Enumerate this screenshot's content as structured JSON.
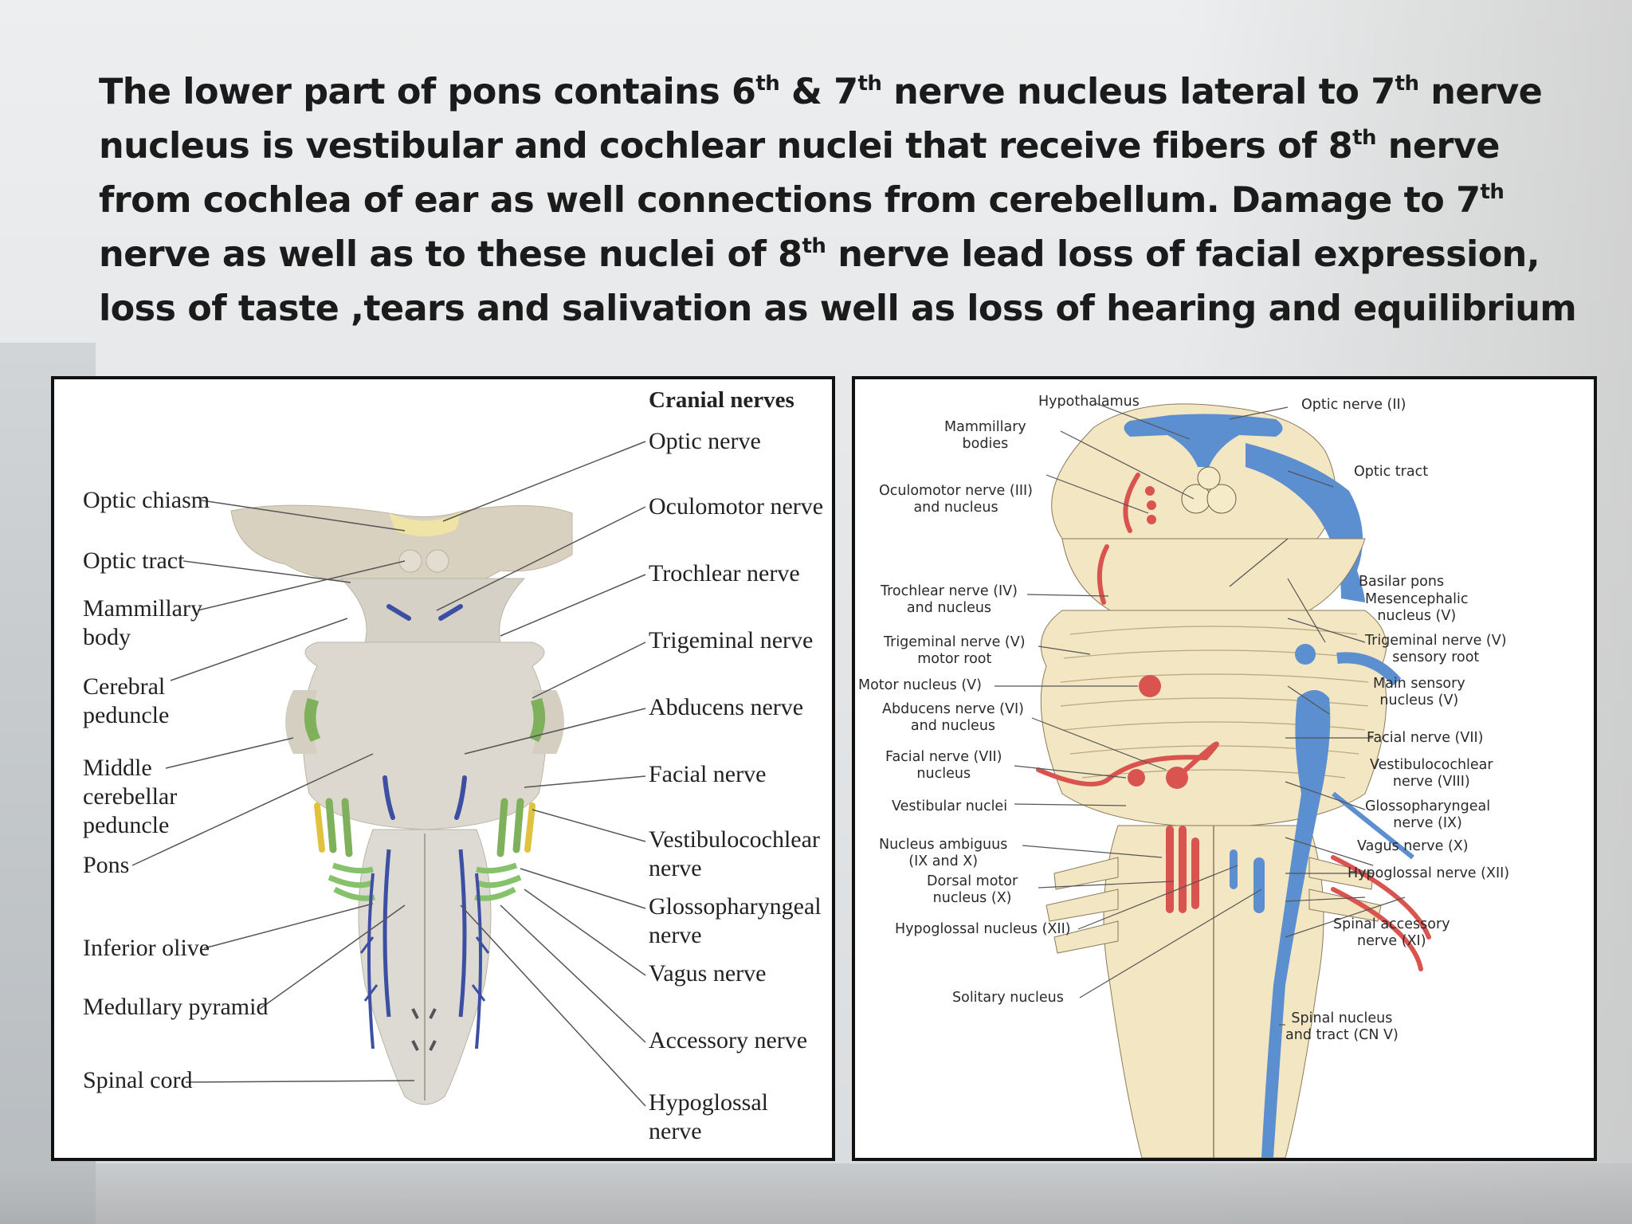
{
  "slide": {
    "lines": [
      [
        "The lower part of pons contains  6",
        "th",
        " & 7",
        "th",
        " nerve nucleus lateral to 7",
        "th",
        " nerve"
      ],
      [
        "nucleus is  vestibular and cochlear nuclei that receive fibers of 8",
        "th",
        " nerve"
      ],
      [
        "from cochlea of ear as well connections from cerebellum. Damage to 7",
        "th"
      ],
      [
        "nerve  as well as to these  nuclei  of 8",
        "th",
        " nerve  lead loss of facial expression,"
      ],
      [
        "loss of taste ,tears and salivation as well as loss of hearing and equilibrium"
      ]
    ]
  },
  "figure_left": {
    "heading": "Cranial nerves",
    "left_labels": [
      [
        "Optic chiasm"
      ],
      [
        "Optic tract"
      ],
      [
        "Mammillary",
        "body"
      ],
      [
        "Cerebral",
        "peduncle"
      ],
      [
        "Middle",
        "cerebellar",
        "peduncle"
      ],
      [
        "Pons"
      ],
      [
        "Inferior olive"
      ],
      [
        "Medullary pyramid"
      ],
      [
        "Spinal cord"
      ]
    ],
    "right_labels": [
      [
        "Optic nerve"
      ],
      [
        "Oculomotor nerve"
      ],
      [
        "Trochlear nerve"
      ],
      [
        "Trigeminal nerve"
      ],
      [
        "Abducens nerve"
      ],
      [
        "Facial nerve"
      ],
      [
        "Vestibulocochlear",
        "nerve"
      ],
      [
        "Glossopharyngeal",
        "nerve"
      ],
      [
        "Vagus nerve"
      ],
      [
        "Accessory nerve"
      ],
      [
        "Hypoglossal",
        "nerve"
      ]
    ]
  },
  "figure_right": {
    "top_label": [
      "Hypothalamus"
    ],
    "left_labels": [
      [
        "Mammillary",
        "bodies"
      ],
      [
        "Oculomotor nerve (III)",
        "and nucleus"
      ],
      [
        "Trochlear nerve (IV)",
        "and nucleus"
      ],
      [
        "Trigeminal nerve (V)",
        "motor root"
      ],
      [
        "Motor nucleus (V)"
      ],
      [
        "Abducens nerve (VI)",
        "and nucleus"
      ],
      [
        "Facial nerve (VII)",
        "nucleus"
      ],
      [
        "Vestibular nuclei"
      ],
      [
        "Nucleus ambiguus",
        "(IX and X)"
      ],
      [
        "Dorsal motor",
        "nucleus (X)"
      ],
      [
        "Hypoglossal nucleus (XII)"
      ],
      [
        "Solitary nucleus"
      ]
    ],
    "right_labels": [
      [
        "Optic nerve (II)"
      ],
      [
        "Optic tract"
      ],
      [
        "Basilar pons"
      ],
      [
        "Mesencephalic",
        "nucleus (V)"
      ],
      [
        "Trigeminal nerve (V)",
        "sensory root"
      ],
      [
        "Main sensory",
        "nucleus (V)"
      ],
      [
        "Facial nerve (VII)"
      ],
      [
        "Vestibulocochlear",
        "nerve (VIII)"
      ],
      [
        "Glossopharyngeal",
        "nerve (IX)"
      ],
      [
        "Vagus nerve (X)"
      ],
      [
        "Hypoglossal nerve (XII)"
      ],
      [
        "Spinal accessory",
        "nerve (XI)"
      ],
      [
        "Spinal nucleus",
        "and tract (CN V)"
      ]
    ],
    "colors": {
      "sensory": "#5b8fd0",
      "motor": "#d9534f",
      "tissue": "#f3e6c2"
    }
  }
}
